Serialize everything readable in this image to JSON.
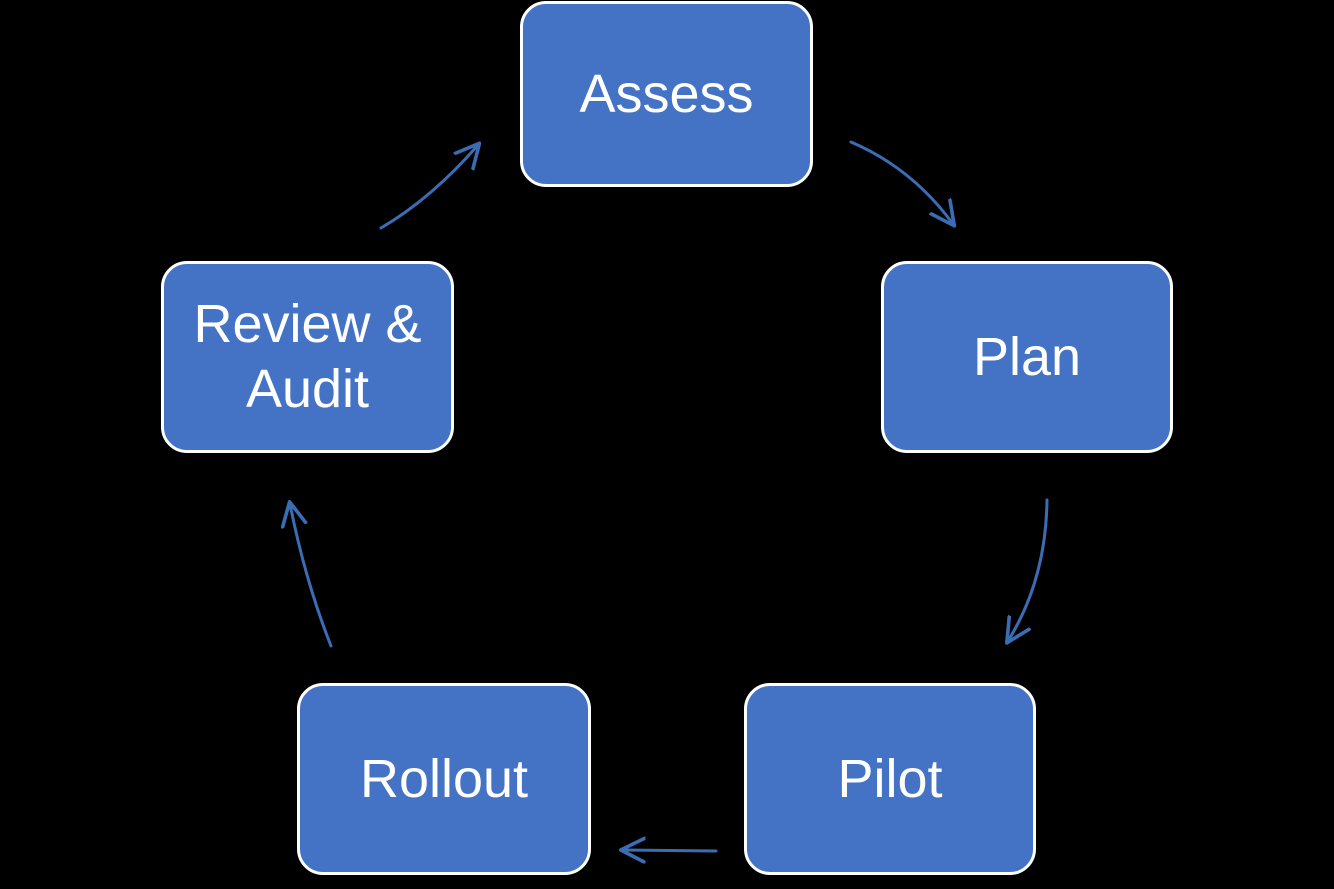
{
  "diagram": {
    "type": "cycle-flow",
    "background_color": "#000000",
    "node_fill_color": "#4472C4",
    "node_border_color": "#FFFFFF",
    "node_text_color": "#FFFFFF",
    "arrow_color": "#3B6DB5",
    "nodes": [
      {
        "id": "assess",
        "label": "Assess",
        "position": "top"
      },
      {
        "id": "plan",
        "label": "Plan",
        "position": "right"
      },
      {
        "id": "pilot",
        "label": "Pilot",
        "position": "bottom-right"
      },
      {
        "id": "rollout",
        "label": "Rollout",
        "position": "bottom-left"
      },
      {
        "id": "review",
        "label": "Review &\nAudit",
        "position": "left"
      }
    ],
    "arrows": [
      {
        "id": "assess-to-plan",
        "from": "assess",
        "to": "plan",
        "direction": "down-right"
      },
      {
        "id": "plan-to-pilot",
        "from": "plan",
        "to": "pilot",
        "direction": "down-left"
      },
      {
        "id": "pilot-to-rollout",
        "from": "pilot",
        "to": "rollout",
        "direction": "left"
      },
      {
        "id": "rollout-to-review",
        "from": "rollout",
        "to": "review",
        "direction": "up"
      },
      {
        "id": "review-to-assess",
        "from": "review",
        "to": "assess",
        "direction": "up-right"
      }
    ]
  }
}
